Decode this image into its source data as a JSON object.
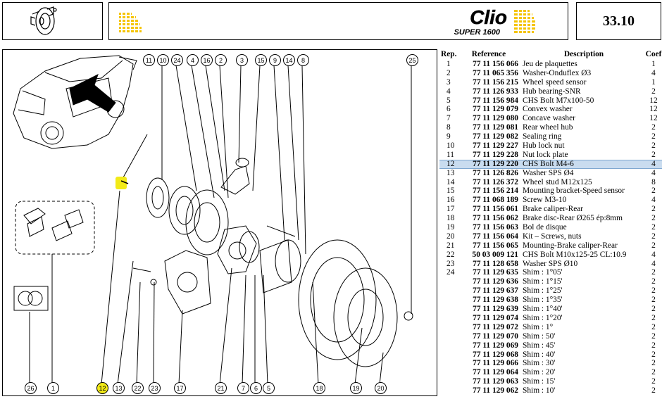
{
  "header": {
    "logo_text": "Clio",
    "logo_subtext": "SUPER 1600",
    "page_number": "33.10",
    "accent_color": "#f5c400"
  },
  "diagram": {
    "highlight_color": "#f2ea17",
    "highlighted_callout": "12",
    "top_callouts": [
      "11",
      "10",
      "24",
      "4",
      "16",
      "2",
      "3",
      "15",
      "9",
      "14",
      "8",
      "25"
    ],
    "bottom_callouts": [
      "26",
      "1",
      "12",
      "13",
      "22",
      "23",
      "17",
      "21",
      "7",
      "6",
      "5",
      "18",
      "19",
      "20"
    ]
  },
  "table": {
    "headers": {
      "rep": "Rep.",
      "reference": "Reference",
      "description": "Description",
      "coef": "Coef"
    },
    "selected_row_index": 11,
    "rows": [
      {
        "rep": "1",
        "ref": "77 11 156 066",
        "desc": "Jeu de plaquettes",
        "coef": "1"
      },
      {
        "rep": "2",
        "ref": "77 11 065 356",
        "desc": "Washer-Onduflex Ø3",
        "coef": "4"
      },
      {
        "rep": "3",
        "ref": "77 11 156 215",
        "desc": "Wheel speed sensor",
        "coef": "1"
      },
      {
        "rep": "4",
        "ref": "77 11 126 933",
        "desc": "Hub bearing-SNR",
        "coef": "2"
      },
      {
        "rep": "5",
        "ref": "77 11 156 984",
        "desc": "CHS Bolt M7x100-50",
        "coef": "12"
      },
      {
        "rep": "6",
        "ref": "77 11 129 079",
        "desc": "Convex washer",
        "coef": "12"
      },
      {
        "rep": "7",
        "ref": "77 11 129 080",
        "desc": "Concave washer",
        "coef": "12"
      },
      {
        "rep": "8",
        "ref": "77 11 129 081",
        "desc": "Rear wheel hub",
        "coef": "2"
      },
      {
        "rep": "9",
        "ref": "77 11 129 082",
        "desc": "Sealing ring",
        "coef": "2"
      },
      {
        "rep": "10",
        "ref": "77 11 129 227",
        "desc": "Hub lock nut",
        "coef": "2"
      },
      {
        "rep": "11",
        "ref": "77 11 129 228",
        "desc": "Nut lock plate",
        "coef": "2"
      },
      {
        "rep": "12",
        "ref": "77 11 129 220",
        "desc": "CHS Bolt M4-6",
        "coef": "4"
      },
      {
        "rep": "13",
        "ref": "77 11 126 826",
        "desc": "Washer SPS Ø4",
        "coef": "4"
      },
      {
        "rep": "14",
        "ref": "77 11 126 372",
        "desc": "Wheel stud M12x125",
        "coef": "8"
      },
      {
        "rep": "15",
        "ref": "77 11 156 214",
        "desc": "Mounting bracket-Speed sensor",
        "coef": "2"
      },
      {
        "rep": "16",
        "ref": "77 11 068 189",
        "desc": "Screw M3-10",
        "coef": "4"
      },
      {
        "rep": "17",
        "ref": "77 11 156 061",
        "desc": "Brake caliper-Rear",
        "coef": "2"
      },
      {
        "rep": "18",
        "ref": "77 11 156 062",
        "desc": "Brake disc-Rear Ø265 ép:8mm",
        "coef": "2"
      },
      {
        "rep": "19",
        "ref": "77 11 156 063",
        "desc": "Bol de disque",
        "coef": "2"
      },
      {
        "rep": "20",
        "ref": "77 11 156 064",
        "desc": "Kit – Screws, nuts",
        "coef": "2"
      },
      {
        "rep": "21",
        "ref": "77 11 156 065",
        "desc": "Mounting-Brake caliper-Rear",
        "coef": "2"
      },
      {
        "rep": "22",
        "ref": "50 03 009 121",
        "desc": "CHS Bolt M10x125-25 CL:10.9",
        "coef": "4"
      },
      {
        "rep": "23",
        "ref": "77 11 128 658",
        "desc": "Washer SPS Ø10",
        "coef": "4"
      },
      {
        "rep": "24",
        "ref": "77 11 129 635",
        "desc": "Shim : 1°05'",
        "coef": "2"
      },
      {
        "rep": "",
        "ref": "77 11 129 636",
        "desc": "Shim : 1°15'",
        "coef": "2"
      },
      {
        "rep": "",
        "ref": "77 11 129 637",
        "desc": "Shim : 1°25'",
        "coef": "2"
      },
      {
        "rep": "",
        "ref": "77 11 129 638",
        "desc": "Shim : 1°35'",
        "coef": "2"
      },
      {
        "rep": "",
        "ref": "77 11 129 639",
        "desc": "Shim : 1°40'",
        "coef": "2"
      },
      {
        "rep": "",
        "ref": "77 11 129 074",
        "desc": "Shim : 1°20'",
        "coef": "2"
      },
      {
        "rep": "",
        "ref": "77 11 129 072",
        "desc": "Shim : 1°",
        "coef": "2"
      },
      {
        "rep": "",
        "ref": "77 11 129 070",
        "desc": "Shim : 50'",
        "coef": "2"
      },
      {
        "rep": "",
        "ref": "77 11 129 069",
        "desc": "Shim : 45'",
        "coef": "2"
      },
      {
        "rep": "",
        "ref": "77 11 129 068",
        "desc": "Shim : 40'",
        "coef": "2"
      },
      {
        "rep": "",
        "ref": "77 11 129 066",
        "desc": "Shim : 30'",
        "coef": "2"
      },
      {
        "rep": "",
        "ref": "77 11 129 064",
        "desc": "Shim : 20'",
        "coef": "2"
      },
      {
        "rep": "",
        "ref": "77 11 129 063",
        "desc": "Shim : 15'",
        "coef": "2"
      },
      {
        "rep": "",
        "ref": "77 11 129 062",
        "desc": "Shim : 10'",
        "coef": "2"
      }
    ]
  }
}
